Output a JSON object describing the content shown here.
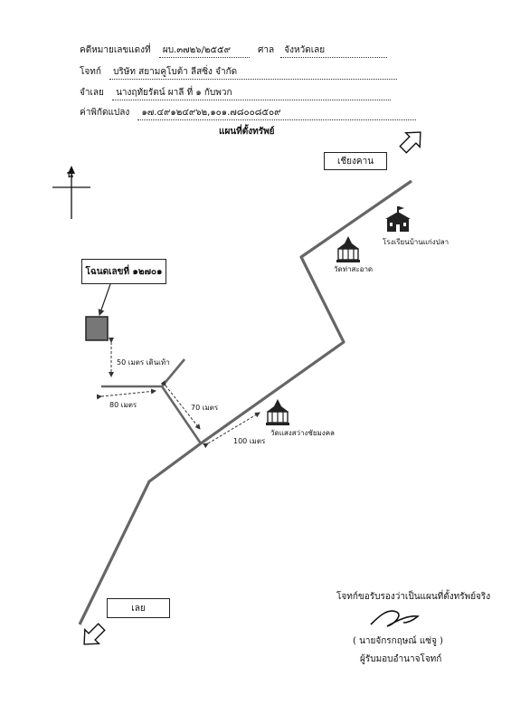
{
  "header": {
    "case_label": "คดีหมายเลขแดงที่",
    "case_value": "ผบ.๓๗๒๖/๒๕๕๙",
    "court_label": "ศาล",
    "court_value": "จังหวัดเลย",
    "plaintiff_label": "โจทก์",
    "plaintiff_value": "บริษัท สยามคูโบต้า ลีสซิ่ง จำกัด",
    "defendant_label": "จำเลย",
    "defendant_value": "นางฤทัยรัตน์ ผาลี ที่ ๑ กับพวก",
    "coords_label": "ค่าพิกัดแปลง",
    "coords_value": "๑๗.๔๙๑๒๔๙๖๒,๑๐๑.๗๘๐๐๘๕๐๙",
    "map_title": "แผนที่ตั้งทรัพย์"
  },
  "map": {
    "north_label": "น",
    "destination_top": "เชียงคาน",
    "destination_bottom": "เลย",
    "deed_label": "โฉนดเลขที่ ๑๒๗๐๑",
    "school_label": "โรงเรียนบ้านแก่งปลา",
    "temple1_label": "วัดท่าสะอาด",
    "temple2_label": "วัดแสงสว่างชัยมงคล",
    "dist_walk": "50 เมตร เดินเท้า",
    "dist_80": "80 เมตร",
    "dist_70": "70 เมตร",
    "dist_100": "100 เมตร",
    "icons": [
      "north-arrow-icon",
      "school-icon",
      "temple-icon",
      "direction-arrow-icon",
      "land-plot-icon"
    ]
  },
  "certification": {
    "statement": "โจทก์ขอรับรองว่าเป็นแผนที่ตั้งทรัพย์จริง",
    "signer": "( นายจักรกฤษณ์ แซ่จู )",
    "role": "ผู้รับมอบอำนาจโจทก์"
  }
}
